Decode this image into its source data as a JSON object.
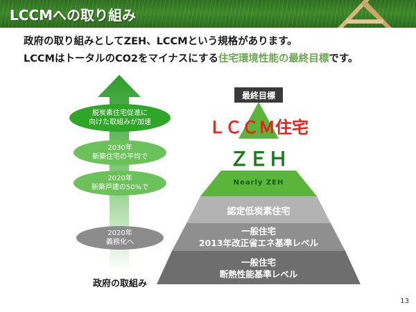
{
  "header": {
    "title": "LCCMへの取り組み"
  },
  "intro": {
    "line1": "政府の取り組みとしてZEH、LCCMという規格があります。",
    "line2_prefix": "LCCMはトータルのCO2をマイナスにする",
    "line2_highlight": "住宅環境性能の最終目標",
    "line2_suffix": "です。"
  },
  "arrow": {
    "items": [
      {
        "line1": "脱炭素住宅促進に",
        "line2": "向けた取組みが加速"
      },
      {
        "line1": "2030年",
        "line2": "新築住宅の平均で"
      },
      {
        "line1": "2020年",
        "line2": "新築戸建の50%で"
      },
      {
        "line1": "2020年",
        "line2": "義務化へ"
      }
    ],
    "caption": "政府の取組み"
  },
  "pyramid": {
    "badge": "最終目標",
    "lccm": "ＬＣＣＭ住宅",
    "zeh": "ＺＥＨ",
    "zeh_sub": "Nearly ZEH",
    "tier3": "認定低炭素住宅",
    "tier4_line1": "一般住宅",
    "tier4_line2": "2013年改正省エネ基準レベル",
    "tier5_line1": "一般住宅",
    "tier5_line2": "断熱性能基準レベル"
  },
  "colors": {
    "header_green": "#3d8a28",
    "highlight_green": "#6aa84f",
    "pyramid_green": "#5bb53a",
    "lccm_red": "#e5231c",
    "tier_gray_light": "#b3b3b3",
    "tier_gray_mid": "#8f8f8f",
    "tier_gray_dark": "#6e6e6e"
  },
  "page": {
    "number": "13"
  }
}
